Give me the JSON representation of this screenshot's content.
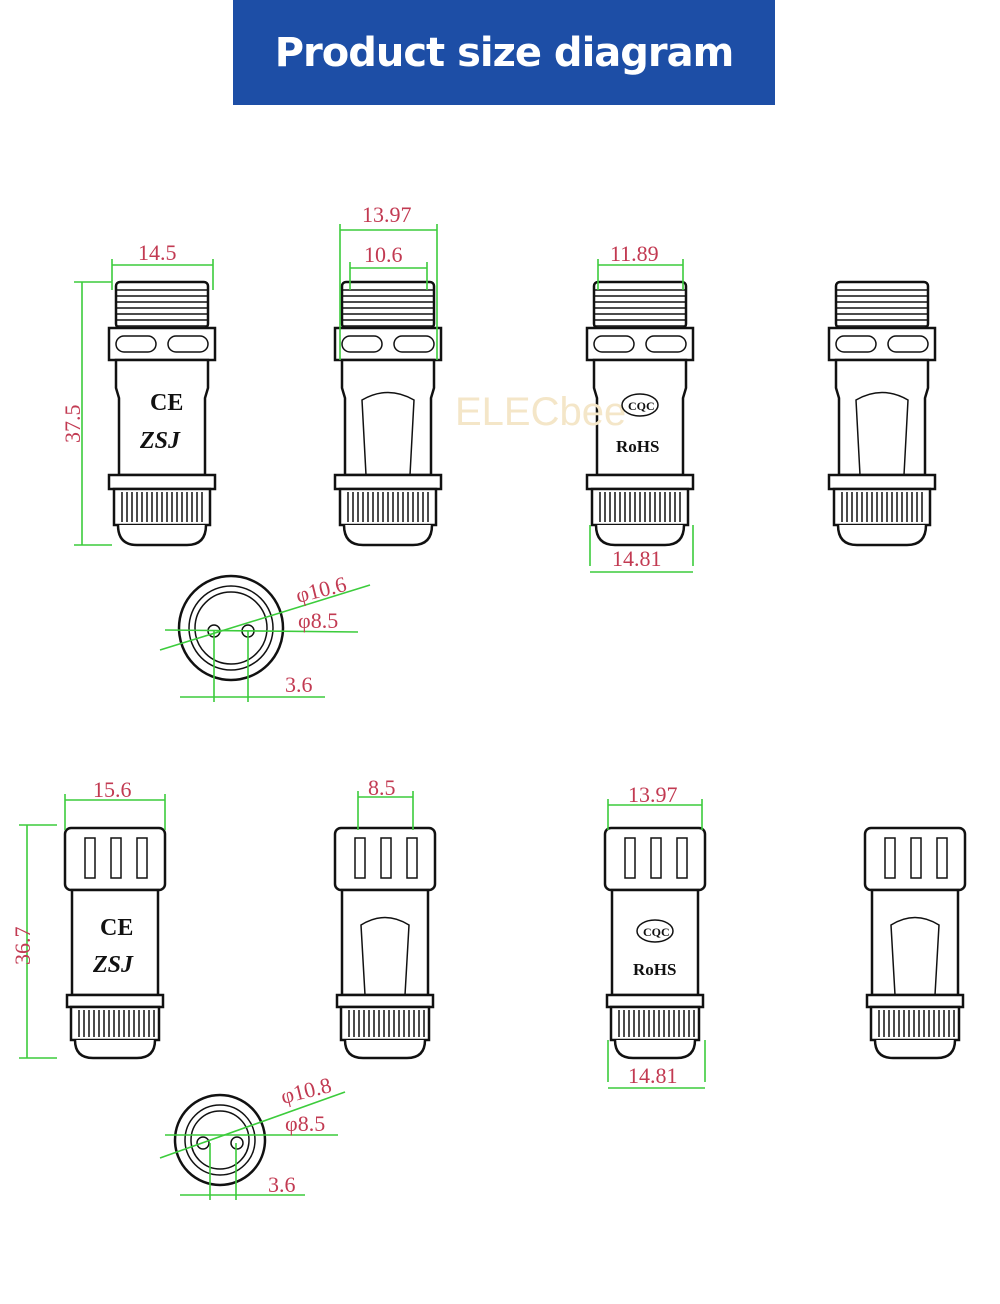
{
  "header": {
    "title": "Product size diagram"
  },
  "watermark": "ELECbee",
  "male": {
    "front": {
      "width": "14.5",
      "height": "37.5",
      "marks": [
        "CE",
        "ZSJ"
      ]
    },
    "side": {
      "outer": "13.97",
      "inner": "10.6"
    },
    "back": {
      "thread": "11.89",
      "nut": "14.81",
      "marks": [
        "CQC",
        "RoHS"
      ]
    },
    "face": {
      "outer": "φ10.6",
      "inner": "φ8.5",
      "pitch": "3.6"
    }
  },
  "female": {
    "front": {
      "width": "15.6",
      "height": "36.7",
      "marks": [
        "CE",
        "ZSJ"
      ]
    },
    "side": {
      "width": "8.5"
    },
    "back": {
      "cap": "13.97",
      "nut": "14.81",
      "marks": [
        "CQC",
        "RoHS"
      ]
    },
    "face": {
      "outer": "φ10.8",
      "inner": "φ8.5",
      "pitch": "3.6"
    }
  },
  "colors": {
    "banner": "#1d4ea6",
    "dimension_text": "#c23a52",
    "dimension_line": "#3ccc3c"
  }
}
